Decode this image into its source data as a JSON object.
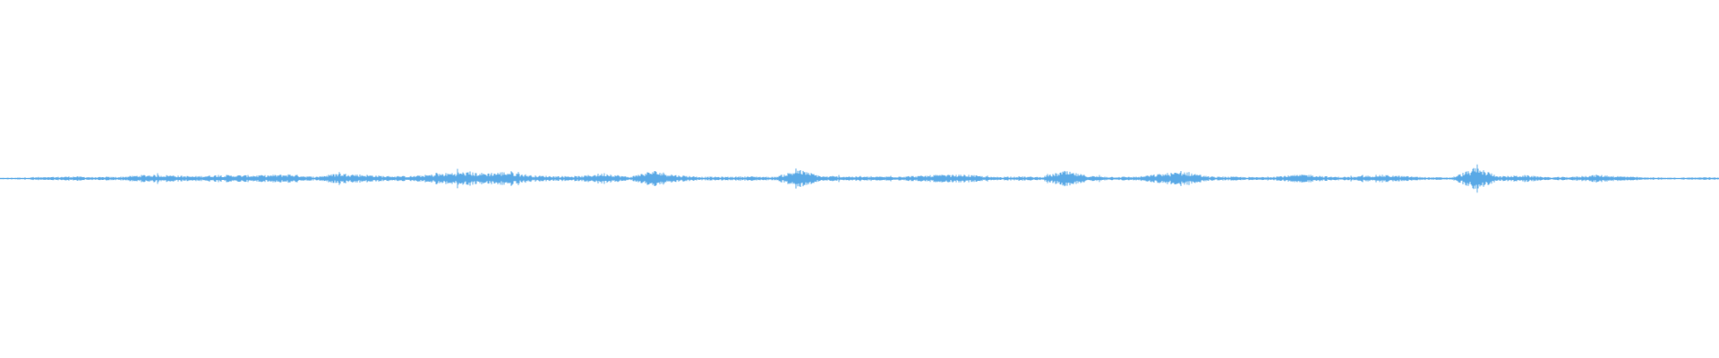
{
  "waveform": {
    "color": "#5aa9e6",
    "peaks": [
      0.06,
      0.1,
      0.12,
      0.2,
      0.12,
      0.16,
      0.34,
      0.3,
      0.2,
      0.32,
      0.3,
      0.3,
      0.4,
      0.14,
      0.48,
      0.36,
      0.22,
      0.22,
      0.4,
      0.6,
      0.5,
      0.62,
      0.28,
      0.22,
      0.22,
      0.5,
      0.14,
      0.72,
      0.3,
      0.16,
      0.16,
      0.2,
      0.14,
      0.8,
      0.2,
      0.2,
      0.16,
      0.2,
      0.24,
      0.34,
      0.34,
      0.14,
      0.2,
      0.14,
      0.68,
      0.24,
      0.16,
      0.16,
      0.44,
      0.64,
      0.16,
      0.16,
      0.12,
      0.24,
      0.38,
      0.16,
      0.16,
      0.34,
      0.22,
      0.12,
      0.1,
      1.0,
      0.2,
      0.3,
      0.12,
      0.16,
      0.34,
      0.2,
      0.1,
      0.08,
      0.1,
      0.12
    ],
    "selection": null
  }
}
